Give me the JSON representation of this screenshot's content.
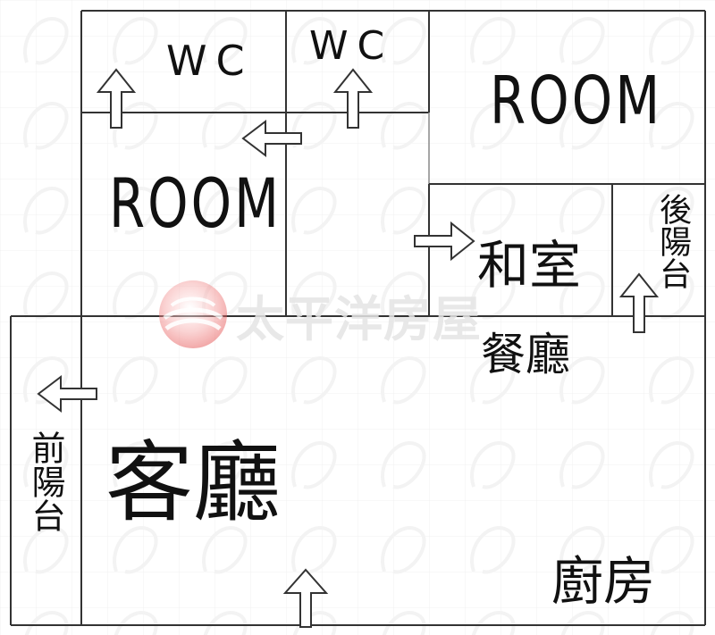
{
  "rooms": {
    "wc_1": "WC",
    "wc_2": "WC",
    "room_top_right": "ROOM",
    "room_left": "ROOM",
    "japanese_room": "和室",
    "rear_balcony": "後陽台",
    "dining_room": "餐廳",
    "living_room": "客廳",
    "front_balcony": "前陽台",
    "kitchen": "廚房"
  },
  "watermark": {
    "brand": "太平洋房屋",
    "logo_icon": "pacific-swirl-logo-icon"
  },
  "colors": {
    "wall": "#333333",
    "arrow": "#333333",
    "watermark_text": "#e5e5e5",
    "logo_red": "#e34848"
  }
}
